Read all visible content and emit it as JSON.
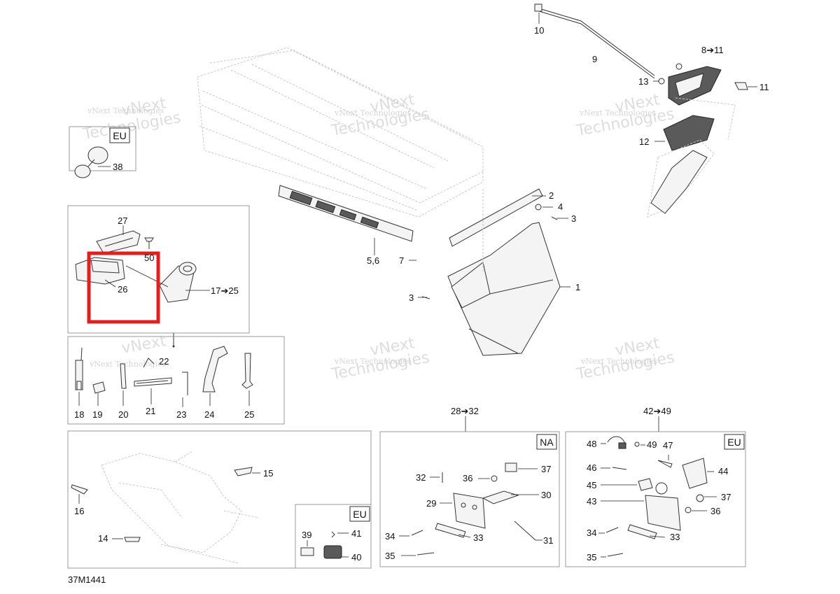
{
  "callouts": {
    "c1": "1",
    "c2": "2",
    "c3a": "3",
    "c3b": "3",
    "c4": "4",
    "c56": "5,6",
    "c7": "7",
    "c811": "8➔11",
    "c9": "9",
    "c10": "10",
    "c11": "11",
    "c12": "12",
    "c13": "13",
    "c14": "14",
    "c15": "15",
    "c16": "16",
    "c1725": "17➔25",
    "c18": "18",
    "c19": "19",
    "c20": "20",
    "c21": "21",
    "c22": "22",
    "c23": "23",
    "c24": "24",
    "c25": "25",
    "c26": "26",
    "c27": "27",
    "c2832": "28➔32",
    "c29": "29",
    "c30": "30",
    "c31": "31",
    "c32": "32",
    "c33a": "33",
    "c33b": "33",
    "c34a": "34",
    "c34b": "34",
    "c35a": "35",
    "c35b": "35",
    "c36a": "36",
    "c36b": "36",
    "c37a": "37",
    "c37b": "37",
    "c38": "38",
    "c39": "39",
    "c40": "40",
    "c41": "41",
    "c4249": "42➔49",
    "c43": "43",
    "c44": "44",
    "c45": "45",
    "c46": "46",
    "c47": "47",
    "c48": "48",
    "c49": "49",
    "c50": "50"
  },
  "region_tags": {
    "eu_mirror": "EU",
    "eu_small": "EU",
    "na_plate": "NA",
    "eu_plate": "EU"
  },
  "diagram_code": "37M1441",
  "watermark": {
    "line1": "vNext Technologies",
    "line2": "vNext",
    "line3": "Technologies"
  },
  "colors": {
    "selection": "#e02020",
    "box": "#9a9a9a",
    "watermark": "#c8c8c8"
  },
  "selection": {
    "target_part": "26"
  }
}
